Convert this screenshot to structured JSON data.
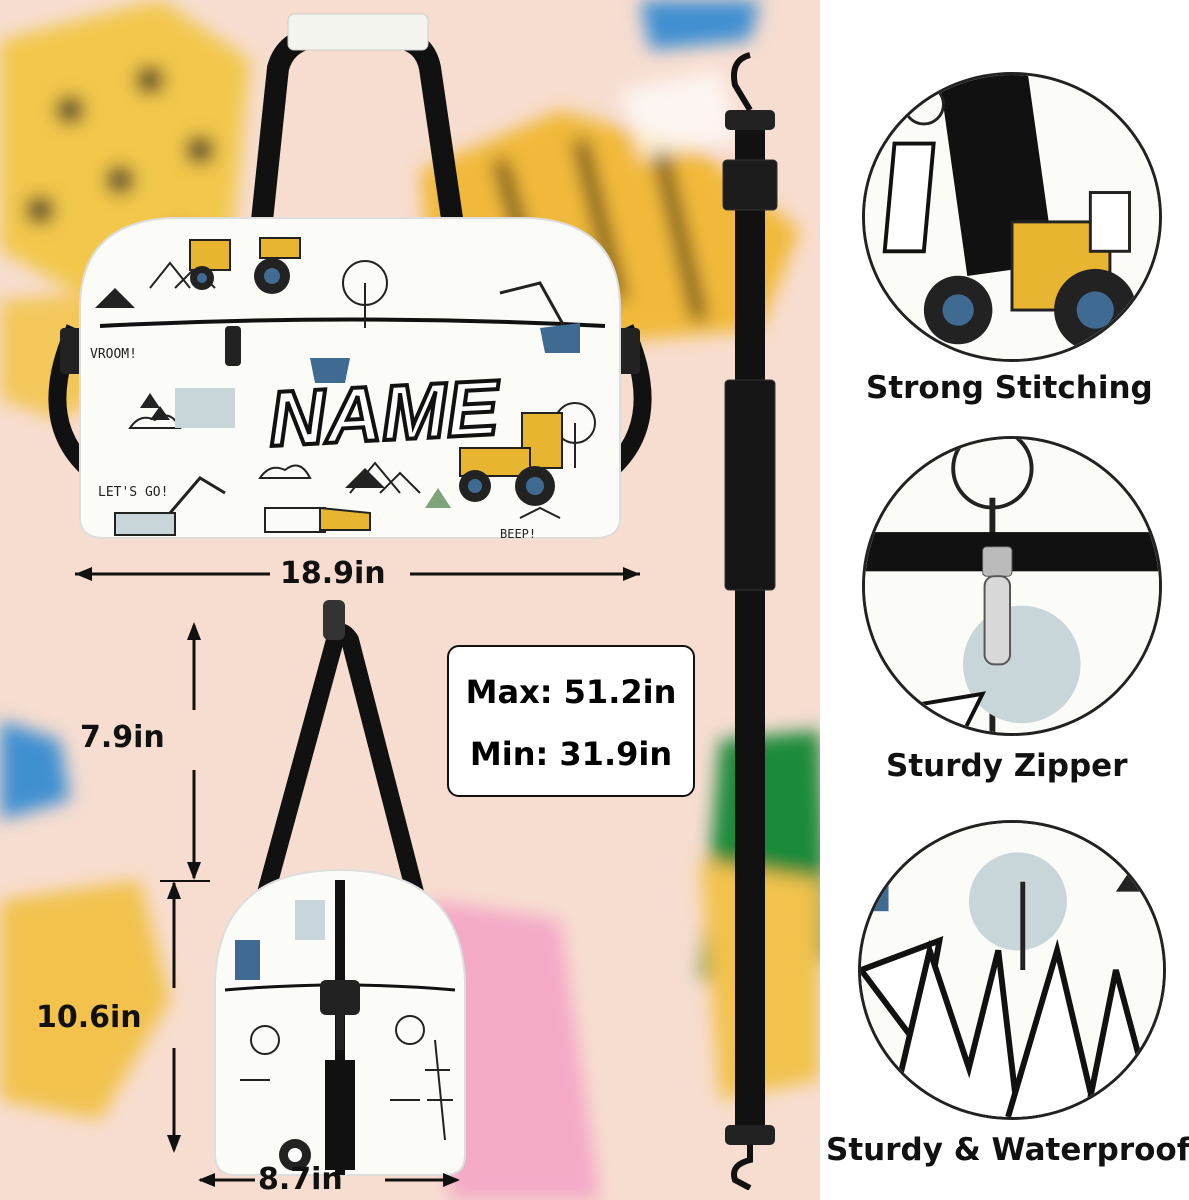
{
  "product": {
    "name_print": "NAME",
    "pattern_texts": [
      "VROOM!",
      "LET'S GO!",
      "BEEP!"
    ]
  },
  "dimensions": {
    "width": "18.9in",
    "strap_drop": "7.9in",
    "height": "10.6in",
    "depth": "8.7in"
  },
  "shoulder_strap": {
    "max": "Max: 51.2in",
    "min": "Min: 31.9in"
  },
  "features": [
    {
      "label": "Strong Stitching"
    },
    {
      "label": "Sturdy Zipper"
    },
    {
      "label": "Sturdy & Waterproof"
    }
  ],
  "colors": {
    "background": "#f7ddd0",
    "accent_yellow": "#e8b531",
    "accent_blue": "#3f6b93",
    "strap_black": "#111111",
    "bag_white": "#fbfbf8"
  }
}
